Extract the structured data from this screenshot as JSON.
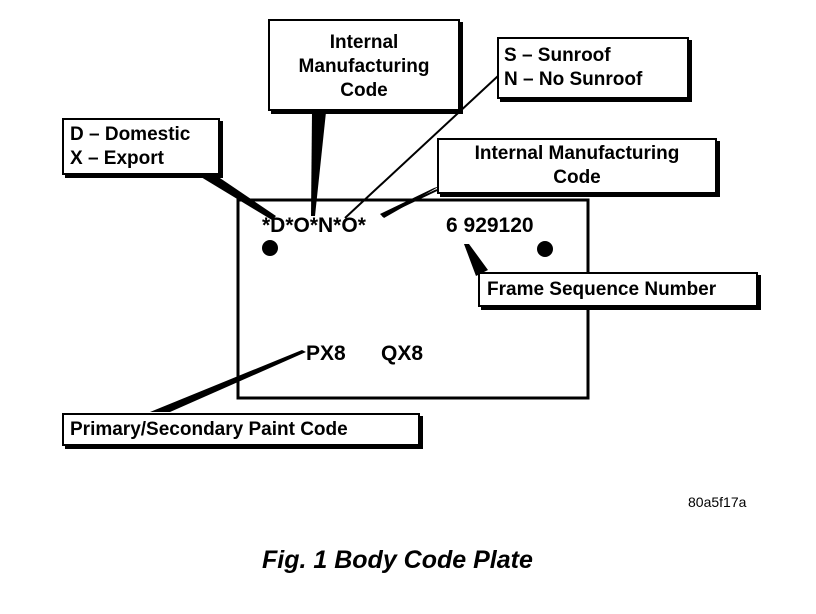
{
  "plate": {
    "code_string": "*D*O*N*O*",
    "frame_number": "6 929120",
    "primary_paint": "PX8",
    "secondary_paint": "QX8"
  },
  "callouts": {
    "internal_mfg_top": [
      "Internal",
      "Manufacturing",
      "Code"
    ],
    "sunroof": [
      "S – Sunroof",
      "N – No Sunroof"
    ],
    "domestic_export": [
      "D – Domestic",
      "X – Export"
    ],
    "internal_mfg_right": [
      "Internal Manufacturing",
      "Code"
    ],
    "frame_sequence": "Frame Sequence Number",
    "paint_code": "Primary/Secondary Paint Code"
  },
  "reference_id": "80a5f17a",
  "caption": "Fig. 1 Body Code Plate"
}
